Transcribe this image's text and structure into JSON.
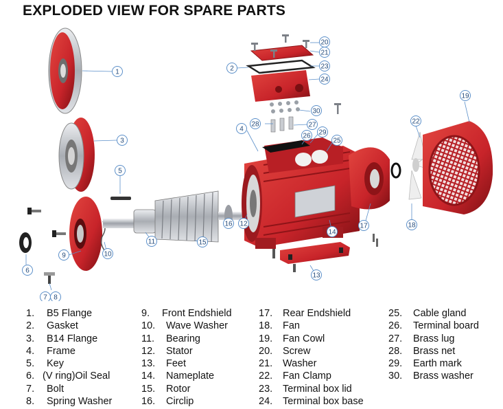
{
  "title": "EXPLODED VIEW FOR SPARE PARTS",
  "callouts": [
    "1",
    "2",
    "3",
    "5",
    "6",
    "7",
    "8",
    "9",
    "10",
    "11",
    "12",
    "13",
    "14",
    "15",
    "16",
    "17",
    "18",
    "19",
    "20",
    "21",
    "22",
    "23",
    "24",
    "25",
    "26",
    "27",
    "28",
    "29",
    "30"
  ],
  "legend": [
    [
      {
        "num": "1.",
        "label": "B5 Flange"
      },
      {
        "num": "2.",
        "label": "Gasket"
      },
      {
        "num": "3.",
        "label": "B14 Flange"
      },
      {
        "num": "4.",
        "label": "Frame"
      },
      {
        "num": "5.",
        "label": "Key"
      },
      {
        "num": "6.",
        "label": "(V ring)Oil Seal"
      },
      {
        "num": "7.",
        "label": "Bolt"
      },
      {
        "num": "8.",
        "label": "Spring Washer"
      }
    ],
    [
      {
        "num": "9.",
        "label": "Front Endshield"
      },
      {
        "num": "10.",
        "label": "Wave Washer"
      },
      {
        "num": "11.",
        "label": "Bearing"
      },
      {
        "num": "12.",
        "label": "Stator"
      },
      {
        "num": "13.",
        "label": "Feet"
      },
      {
        "num": "14.",
        "label": "Nameplate"
      },
      {
        "num": "15.",
        "label": "Rotor"
      },
      {
        "num": "16.",
        "label": "Circlip"
      }
    ],
    [
      {
        "num": "17.",
        "label": "Rear Endshield"
      },
      {
        "num": "18.",
        "label": "Fan"
      },
      {
        "num": "19.",
        "label": "Fan Cowl"
      },
      {
        "num": "20.",
        "label": "Screw"
      },
      {
        "num": "21.",
        "label": "Washer"
      },
      {
        "num": "22.",
        "label": "Fan Clamp"
      },
      {
        "num": "23.",
        "label": "Terminal box lid"
      },
      {
        "num": "24.",
        "label": "Terminal box base"
      }
    ],
    [
      {
        "num": "25.",
        "label": "Cable gland"
      },
      {
        "num": "26.",
        "label": "Terminal board"
      },
      {
        "num": "27.",
        "label": "Brass lug"
      },
      {
        "num": "28.",
        "label": "Brass net"
      },
      {
        "num": "29.",
        "label": "Earth mark"
      },
      {
        "num": "30.",
        "label": "Brass washer"
      }
    ]
  ],
  "colors": {
    "part_red": "#c8242a",
    "part_dark_red": "#8e1418",
    "metal": "#b9bcc2",
    "callout_border": "#5b8fc9",
    "callout_text": "#234a7a"
  }
}
